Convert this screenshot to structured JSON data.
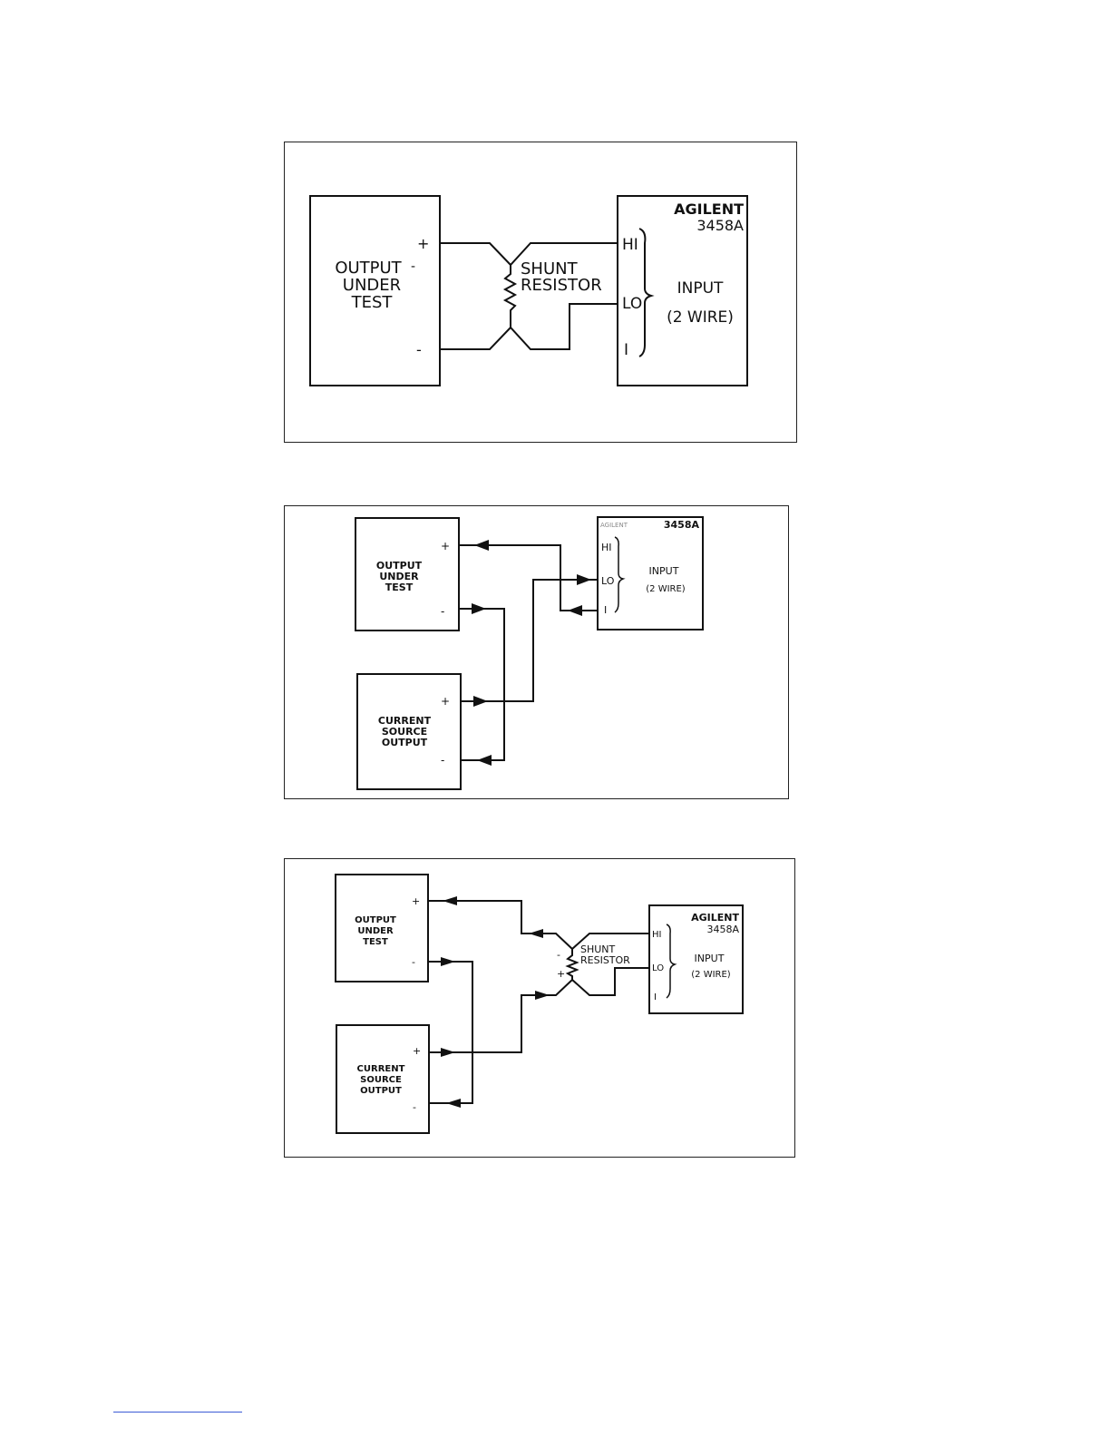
{
  "figure1": {
    "dut_label": [
      "OUTPUT",
      "UNDER",
      "TEST"
    ],
    "plus": "+",
    "minus": "-",
    "shunt_label": [
      "SHUNT",
      "RESISTOR"
    ],
    "meter_title": [
      "AGILENT",
      "3458A"
    ],
    "hi": "HI",
    "lo": "LO",
    "i": "I",
    "input_label": [
      "INPUT",
      "(2 WIRE)"
    ]
  },
  "figure2": {
    "dut_label": [
      "OUTPUT",
      "UNDER",
      "TEST"
    ],
    "source_label": [
      "CURRENT",
      "SOURCE",
      "OUTPUT"
    ],
    "plus": "+",
    "minus": "-",
    "meter_brand": "AGILENT",
    "meter_model": "3458A",
    "hi": "HI",
    "lo": "LO",
    "i": "I",
    "input_label": [
      "INPUT",
      "(2 WIRE)"
    ]
  },
  "figure3": {
    "dut_label": [
      "OUTPUT",
      "UNDER",
      "TEST"
    ],
    "source_label": [
      "CURRENT",
      "SOURCE",
      "OUTPUT"
    ],
    "plus": "+",
    "minus": "-",
    "shunt_label": [
      "SHUNT",
      "RESISTOR"
    ],
    "meter_title": [
      "AGILENT",
      "3458A"
    ],
    "hi": "HI",
    "lo": "LO",
    "i": "I",
    "input_label": [
      "INPUT",
      "(2 WIRE)"
    ]
  }
}
